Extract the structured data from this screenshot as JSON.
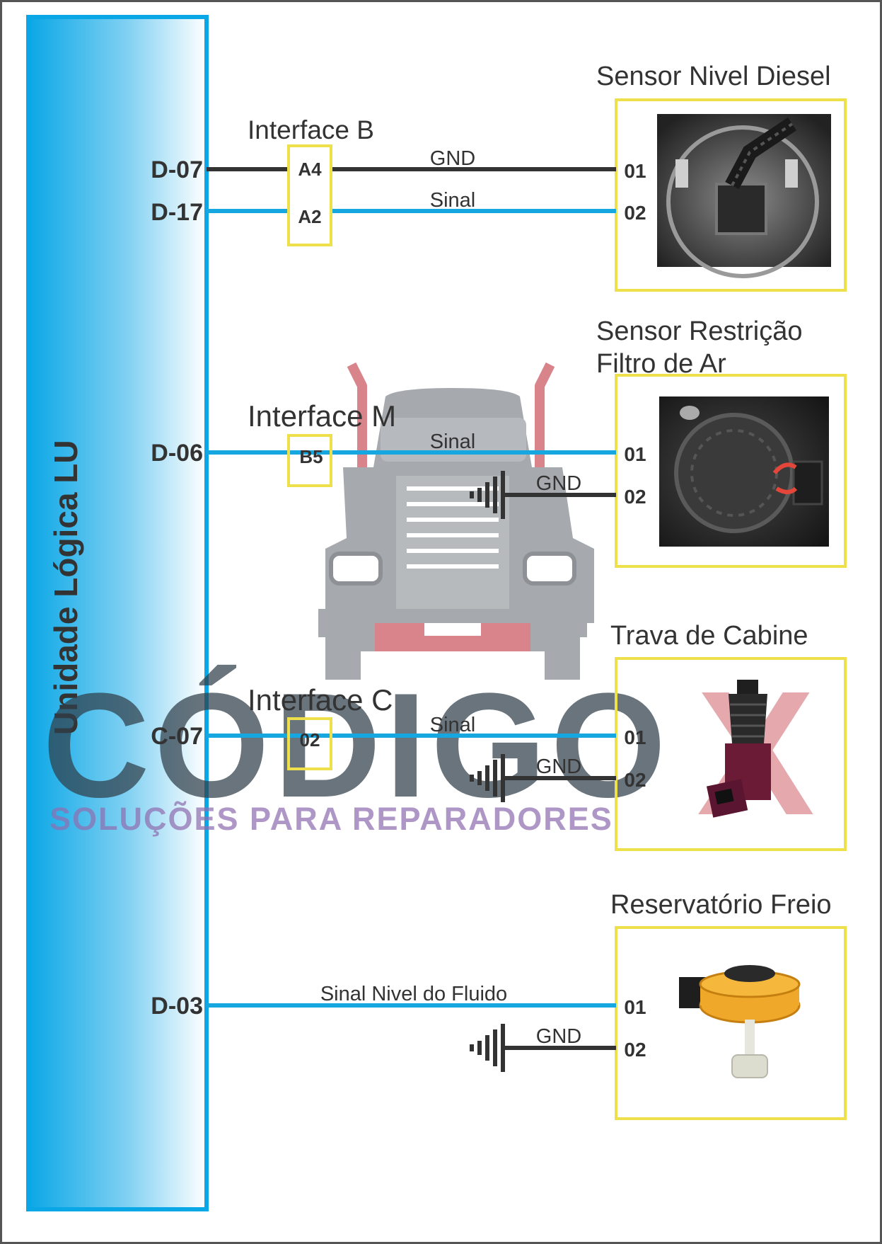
{
  "colors": {
    "signal_wire": "#16a6e0",
    "gnd_wire": "#333333",
    "frame_yellow": "#ede04b",
    "lu_blue": "#0aa7e6",
    "watermark_red": "#d9838a"
  },
  "logic_unit": {
    "label": "Unidade Lógica LU"
  },
  "groups": [
    {
      "sensor_name": "Sensor Nivel Diesel",
      "interface_label": "Interface B",
      "photo_icon": "fuel-level-sensor-photo",
      "lines": [
        {
          "pin": "D-07",
          "wire": "GND",
          "connector": "A4",
          "terminal": "01"
        },
        {
          "pin": "D-17",
          "wire": "Sinal",
          "connector": "A2",
          "terminal": "02"
        }
      ]
    },
    {
      "sensor_name_line1": "Sensor Restrição",
      "sensor_name_line2": "Filtro de Ar",
      "interface_label": "Interface M",
      "photo_icon": "air-filter-restriction-sensor-photo",
      "line": {
        "pin": "D-06",
        "wire": "Sinal",
        "connector": "B5",
        "terminal": "01"
      },
      "ground": {
        "wire": "GND",
        "terminal": "02"
      }
    },
    {
      "sensor_name": "Trava de Cabine",
      "interface_label": "Interface C",
      "photo_icon": "cab-lock-sensor-photo",
      "line": {
        "pin": "C-07",
        "wire": "Sinal",
        "connector": "02",
        "terminal": "01"
      },
      "ground": {
        "wire": "GND",
        "terminal": "02"
      }
    },
    {
      "sensor_name": "Reservatório Freio",
      "photo_icon": "brake-reservoir-sensor-photo",
      "line": {
        "pin": "D-03",
        "wire": "Sinal Nivel do Fluido",
        "terminal": "01"
      },
      "ground": {
        "wire": "GND",
        "terminal": "02"
      }
    }
  ],
  "watermark": {
    "logo_letters": "CÓDIGO",
    "logo_x": "X",
    "tagline": "SOLUÇÕES PARA REPARADORES",
    "truck_icon": "truck-front-icon"
  }
}
